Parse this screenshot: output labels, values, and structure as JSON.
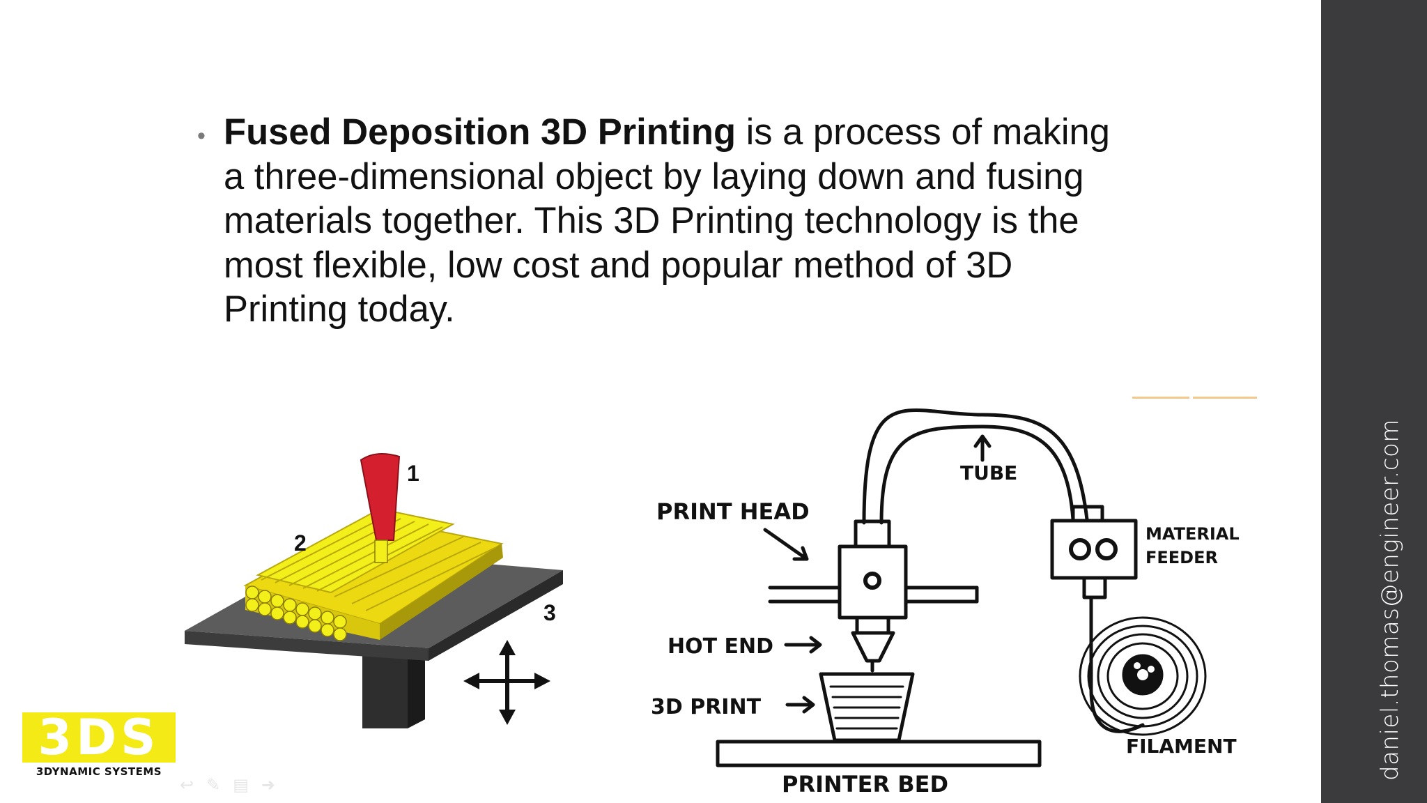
{
  "slide": {
    "bullet_bold": "Fused Deposition 3D Printing",
    "bullet_rest": " is a process of making a three-dimensional object by laying down and fusing materials together. This 3D Printing technology is the most flexible, low cost and popular method of 3D Printing today."
  },
  "sidebar": {
    "email": "daniel.thomas@engineer.com"
  },
  "left_diagram": {
    "label_1": "1",
    "label_2": "2",
    "label_3": "3"
  },
  "right_diagram": {
    "tube": "TUBE",
    "print_head": "PRINT HEAD",
    "material_1": "MATERIAL",
    "material_2": "FEEDER",
    "hot_end": "HOT END",
    "print_3d": "3D PRINT",
    "filament": "FILAMENT",
    "printer_bed": "PRINTER BED"
  },
  "logo": {
    "main": "3DS",
    "sub": "3DYNAMIC SYSTEMS"
  },
  "colors": {
    "sidebar": "#3b3b3e",
    "logo_yellow": "#f4ea15",
    "filament_yellow": "#f2ef1a",
    "nozzle_red": "#d4202e"
  },
  "icons": [
    "arrow-left-icon",
    "pen-icon",
    "menu-icon",
    "arrow-right-icon"
  ]
}
